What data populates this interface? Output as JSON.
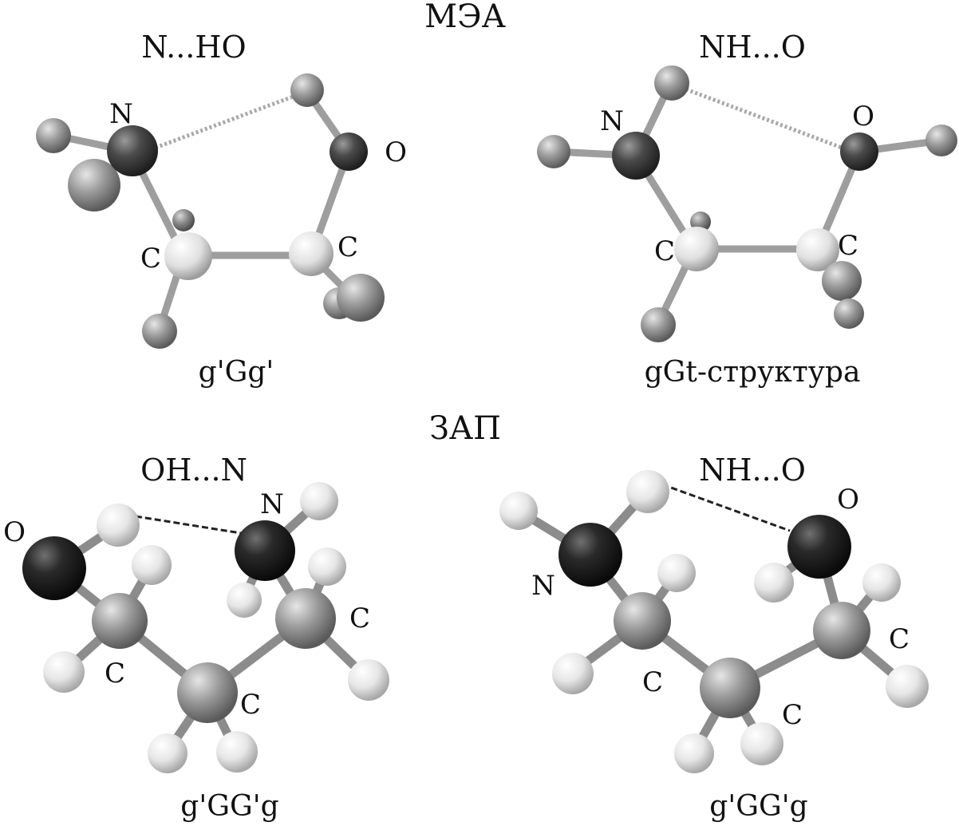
{
  "sections": {
    "top": "МЭА",
    "bottom": "ЗАП"
  },
  "panels": {
    "mea_left": {
      "hbond": "N...HO",
      "conformation": "g'Gg'",
      "atoms": {
        "N": "N",
        "O": "O",
        "C1": "C",
        "C2": "C"
      }
    },
    "mea_right": {
      "hbond": "NH...O",
      "conformation": "gGt-структура",
      "atoms": {
        "N": "N",
        "O": "O",
        "C1": "C",
        "C2": "C"
      }
    },
    "zap_left": {
      "hbond": "OH...N",
      "conformation": "g'GG'g",
      "atoms": {
        "O": "O",
        "N": "N",
        "C1": "C",
        "C2": "C",
        "C3": "C"
      }
    },
    "zap_right": {
      "hbond": "NH...O",
      "conformation": "g'GG'g",
      "atoms": {
        "N": "N",
        "O": "O",
        "C1": "C",
        "C2": "C",
        "C3": "C"
      }
    }
  }
}
